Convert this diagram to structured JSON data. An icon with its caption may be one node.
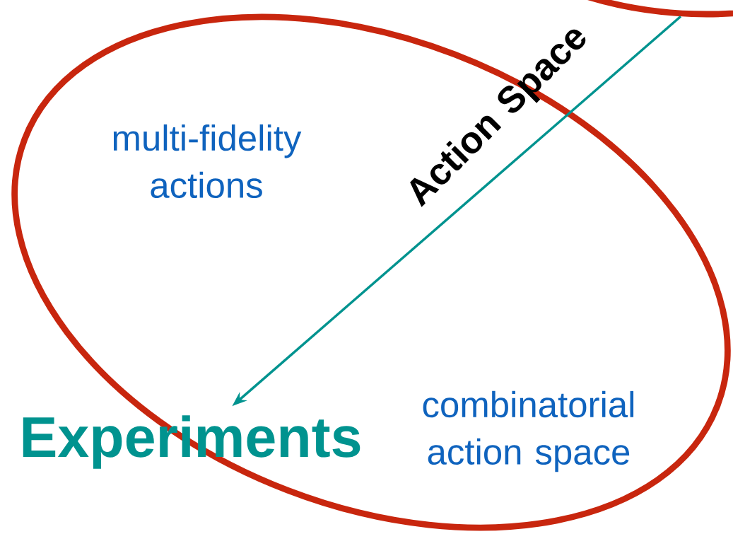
{
  "diagram": {
    "nodes": [
      {
        "text": [
          "Experiments"
        ]
      },
      {
        "text": [],
        "shape": "ellipse"
      }
    ],
    "edges": [
      {
        "from": 1,
        "to": 0,
        "arrow": "to"
      }
    ],
    "labels": [
      "Action Space",
      "multi-fidelity actions",
      "combinatorial action space"
    ]
  }
}
